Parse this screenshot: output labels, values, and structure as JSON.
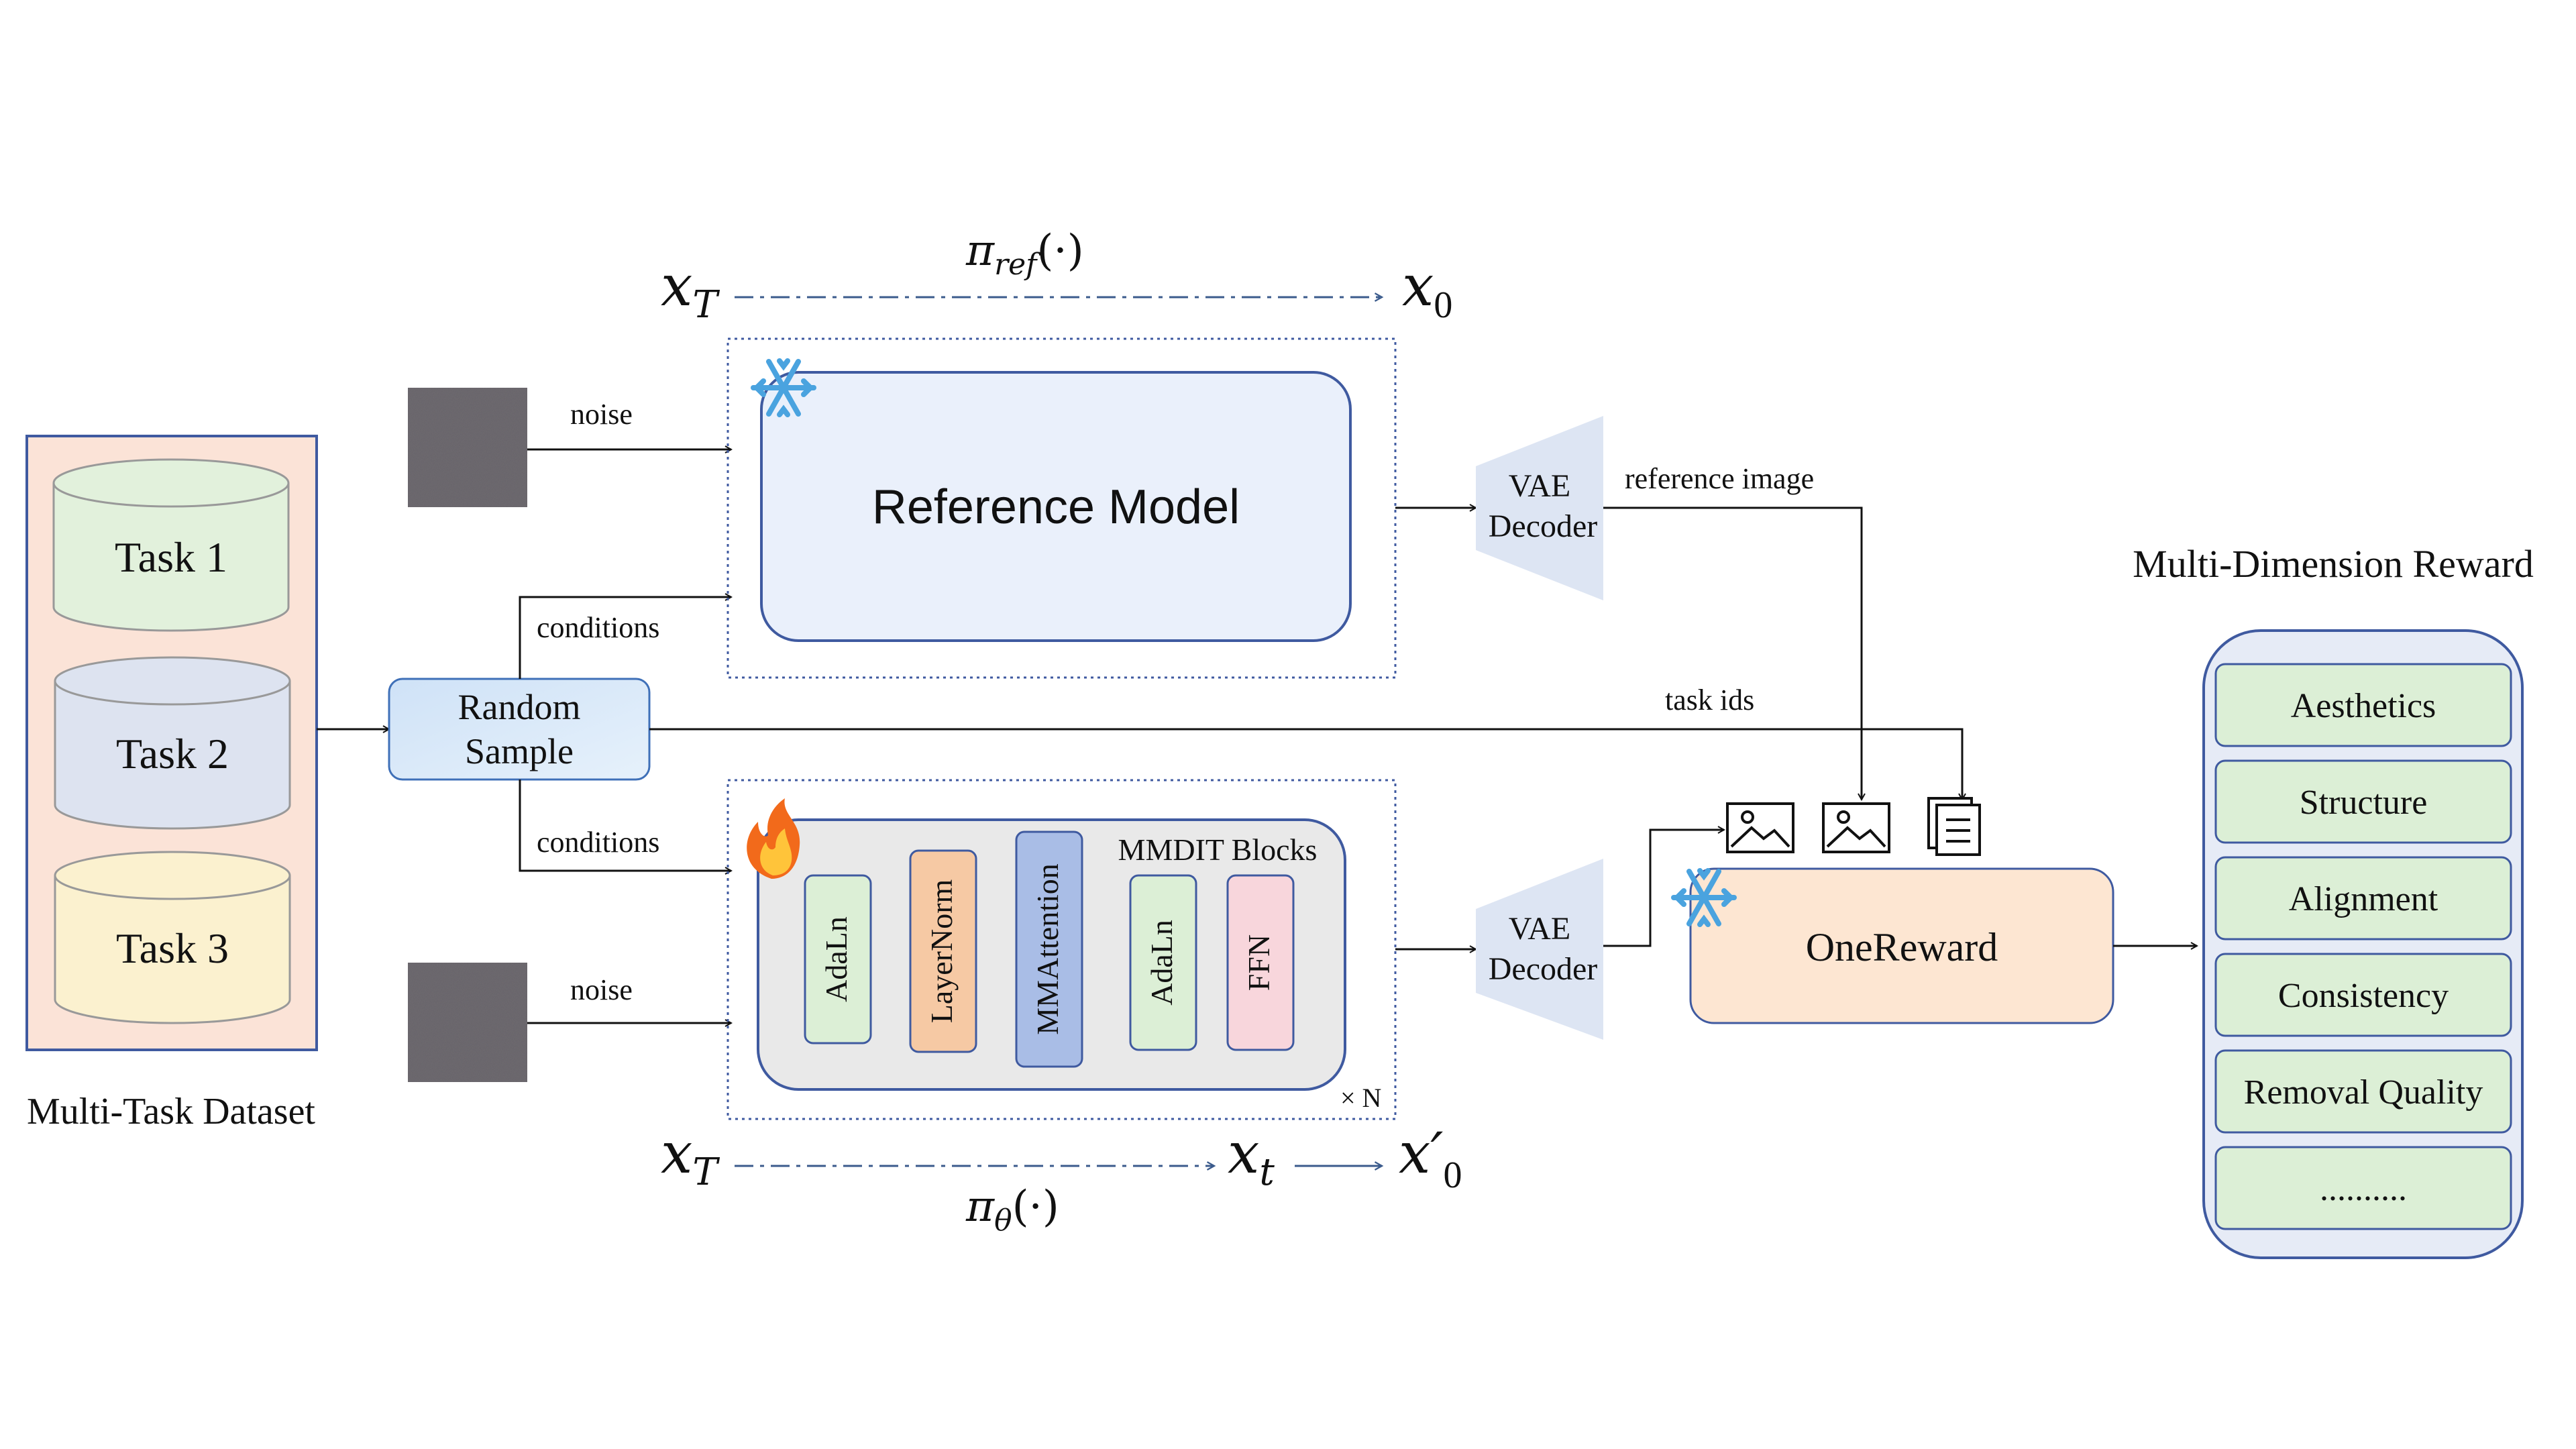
{
  "dataset": {
    "title": "Multi-Task Dataset",
    "tasks": [
      "Task 1",
      "Task 2",
      "Task 3"
    ]
  },
  "sampler": {
    "line1": "Random",
    "line2": "Sample"
  },
  "labels": {
    "noise_top": "noise",
    "noise_bottom": "noise",
    "conditions_top": "conditions",
    "conditions_bottom": "conditions",
    "task_ids": "task ids",
    "reference_image": "reference image"
  },
  "reference_model": {
    "title": "Reference Model"
  },
  "policy_model": {
    "title": "MMDIT Blocks",
    "repeat": "× N",
    "blocks": [
      "AdaLn",
      "LayerNorm",
      "MMAttention",
      "AdaLn",
      "FFN"
    ]
  },
  "vae_top": {
    "line1": "VAE",
    "line2": "Decoder"
  },
  "vae_bottom": {
    "line1": "VAE",
    "line2": "Decoder"
  },
  "onereward": {
    "title": "OneReward"
  },
  "reward": {
    "title": "Multi-Dimension Reward",
    "items": [
      "Aesthetics",
      "Structure",
      "Alignment",
      "Consistency",
      "Removal Quality",
      ".........."
    ]
  },
  "math": {
    "top_start": "x",
    "top_start_sub": "T",
    "top_end": "x",
    "top_end_sub": "0",
    "top_pi": "π",
    "top_pi_sub": "ref",
    "top_pi_arg": "(·)",
    "bot_start": "x",
    "bot_start_sub": "T",
    "bot_mid": "x",
    "bot_mid_sub": "t",
    "bot_end": "x′",
    "bot_end_sub": "0",
    "bot_pi": "π",
    "bot_pi_sub": "θ",
    "bot_pi_arg": "(·)"
  },
  "colors": {
    "task1": "#e2f1dc",
    "task2": "#dde3f0",
    "task3": "#fbf1cf",
    "dataset_bg": "#fbe3d7",
    "reference_model": "#eaf0fb",
    "onereward": "#fde6d2",
    "reward_panel": "#e6ebf6",
    "reward_item": "#dcefd6",
    "mmdit_bg": "#e9e9e9",
    "adaln": "#dcefd6",
    "layernorm": "#f6c9a4",
    "mmattention": "#a9bde6",
    "ffn": "#f8d6dc",
    "noise": "#6e6a70",
    "vae": "#dde5f3",
    "arrow_blue": "#3b5b8c"
  },
  "icons": [
    "snowflake-icon",
    "fire-icon",
    "image-icon",
    "document-icon"
  ]
}
